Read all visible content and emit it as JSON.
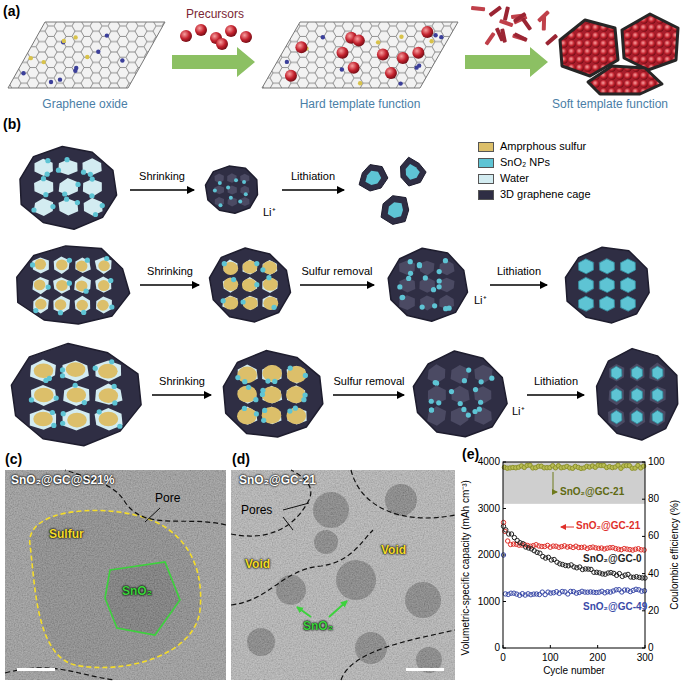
{
  "diagram": {
    "nodes": [
      {
        "text": [
          "SnO₂@GC@S21%",
          "Pore",
          "Sulfur",
          "SnO₂"
        ]
      },
      {
        "text": [
          "SnO₂@GC-21",
          "Pores",
          "Void",
          "Void",
          "SnO₂"
        ]
      }
    ],
    "labels": [
      "(a)",
      "Precursors",
      "Graphene oxide",
      "Hard template function",
      "Soft template function",
      "(b)",
      "Shrinking",
      "Lithiation",
      "Li⁺",
      "Shrinking",
      "Sulfur removal",
      "Lithiation",
      "Li⁺",
      "Shrinking",
      "Sulfur removal",
      "Lithiation",
      "Li⁺",
      "(c)",
      "(d)",
      "(e)",
      "4000",
      "3000",
      "2000",
      "1000",
      "0",
      "100",
      "80",
      "60",
      "40",
      "20",
      "0",
      "0",
      "100",
      "200",
      "300",
      "Volumetric-specific capacity (mAh cm⁻³)",
      "Coulombic efficiency (%)",
      "Cycle number",
      "SnO₂@GC-21",
      "SnO₂@GC-21",
      "SnO₂@GC-0",
      "SnO₂@GC-49"
    ],
    "legend": [
      {
        "text": "Amprphous sulfur",
        "color": "#dcbf6a"
      },
      {
        "text": "SnO₂ NPs",
        "color": "#5ec4d4"
      },
      {
        "text": "Water",
        "color": "#d3ecf1"
      },
      {
        "text": "3D graphene cage",
        "color": "#2f2e44"
      }
    ]
  }
}
